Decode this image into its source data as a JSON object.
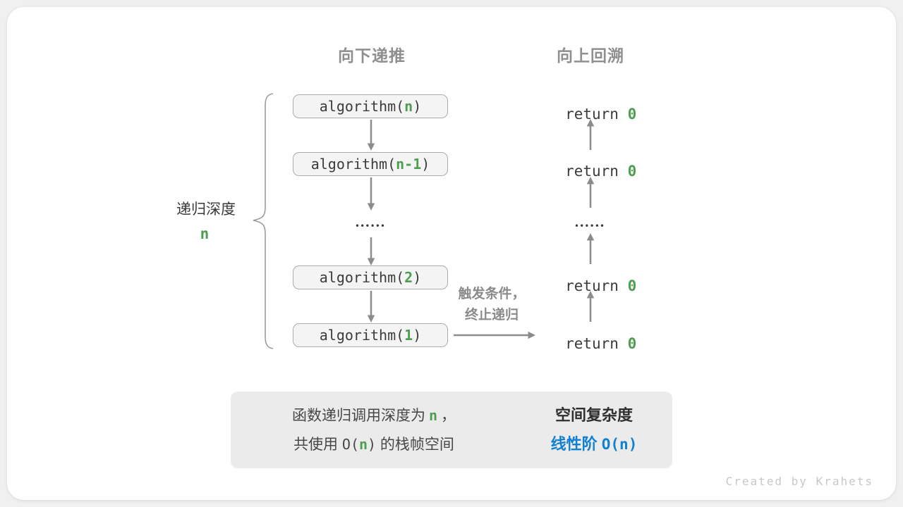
{
  "meta": {
    "footer_credit": "Created by Krahets"
  },
  "colors": {
    "green_accent": "#4e9e50",
    "blue_accent": "#1180d2",
    "header_gray": "#8f8f8f",
    "arrow_gray": "#8c8c8c",
    "box_fill": "#f4f4f4",
    "summary_fill": "#ebebeb"
  },
  "headers": {
    "downward": "向下递推",
    "upward": "向上回溯"
  },
  "depth_brace": {
    "label": "递归深度",
    "value": "n"
  },
  "call_stack": {
    "ellipsis": "••••••",
    "calls": [
      {
        "pre": "algorithm(",
        "arg": "n",
        "post": ")"
      },
      {
        "pre": "algorithm(",
        "arg": "n-1",
        "post": ")"
      },
      {
        "pre": "algorithm(",
        "arg": "2",
        "post": ")"
      },
      {
        "pre": "algorithm(",
        "arg": "1",
        "post": ")"
      }
    ]
  },
  "returns": {
    "ellipsis": "••••••",
    "items": [
      {
        "pre": "return ",
        "value": "0"
      },
      {
        "pre": "return ",
        "value": "0"
      },
      {
        "pre": "return ",
        "value": "0"
      },
      {
        "pre": "return ",
        "value": "0"
      }
    ]
  },
  "trigger_note": {
    "line1": "触发条件，",
    "line2": "终止递归"
  },
  "summary": {
    "left_line1": {
      "pre": "函数递归调用深度为",
      "n": "n",
      "post": "，"
    },
    "left_line2": {
      "pre": "共使用 ",
      "o_open": "O(",
      "n": "n",
      "o_close": ")",
      "post": " 的栈帧空间"
    },
    "right_title": "空间复杂度",
    "right_result_zh": "线性阶 ",
    "right_result_o": "O(n)"
  }
}
